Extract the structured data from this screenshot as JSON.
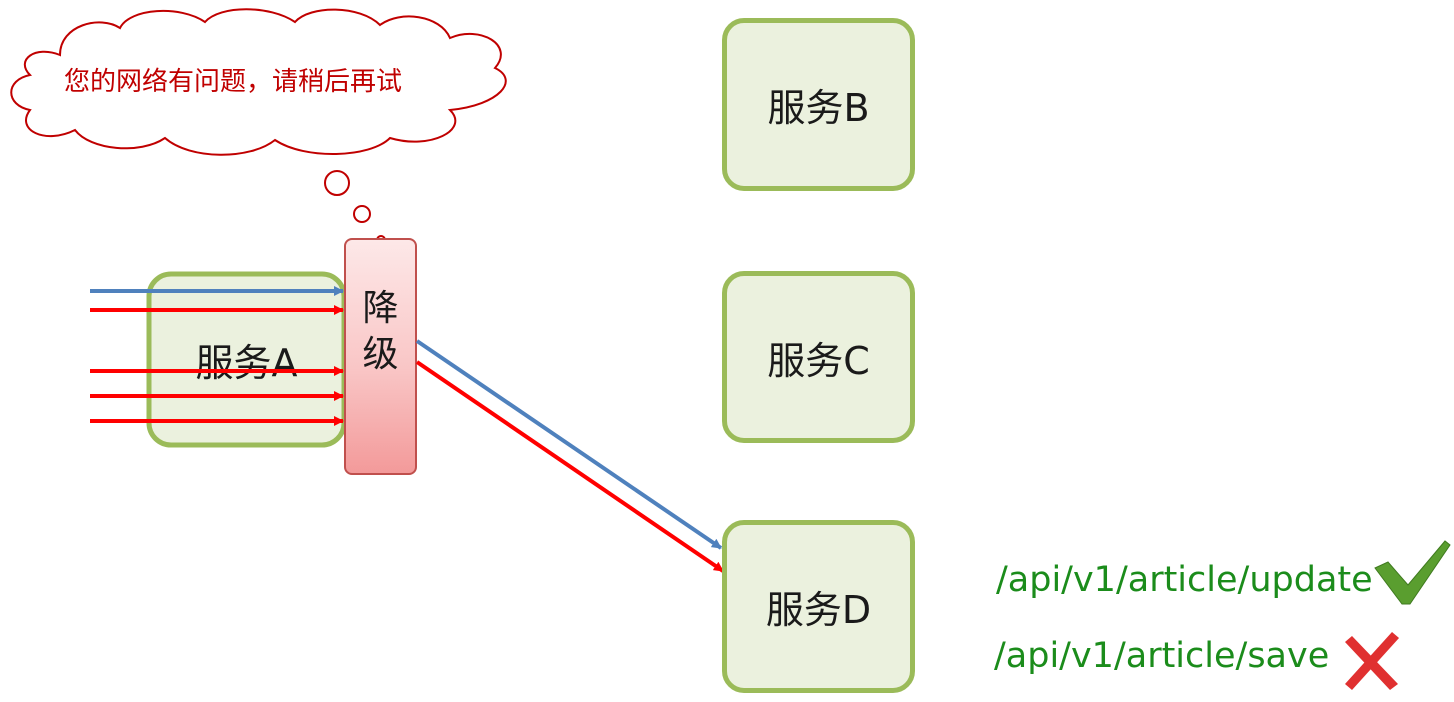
{
  "cloud_message": "您的网络有问题，请稍后再试",
  "services": {
    "a": "服务A",
    "b": "服务B",
    "c": "服务C",
    "d": "服务D"
  },
  "degrade_label": "降级",
  "endpoints": [
    {
      "path": "/api/v1/article/update",
      "status": "allowed",
      "icon": "check-icon"
    },
    {
      "path": "/api/v1/article/save",
      "status": "blocked",
      "icon": "cross-icon"
    }
  ],
  "colors": {
    "service_fill": "#ebf1de",
    "service_border": "#9bbb59",
    "degrade_fill": "#f9c6c6",
    "degrade_border": "#c0504d",
    "request_red": "#ff0000",
    "request_blue": "#4f81bd",
    "cloud_outline": "#c00000",
    "endpoint_text": "#1b8c1b",
    "check": "#5a9e2f",
    "cross": "#e03030"
  }
}
